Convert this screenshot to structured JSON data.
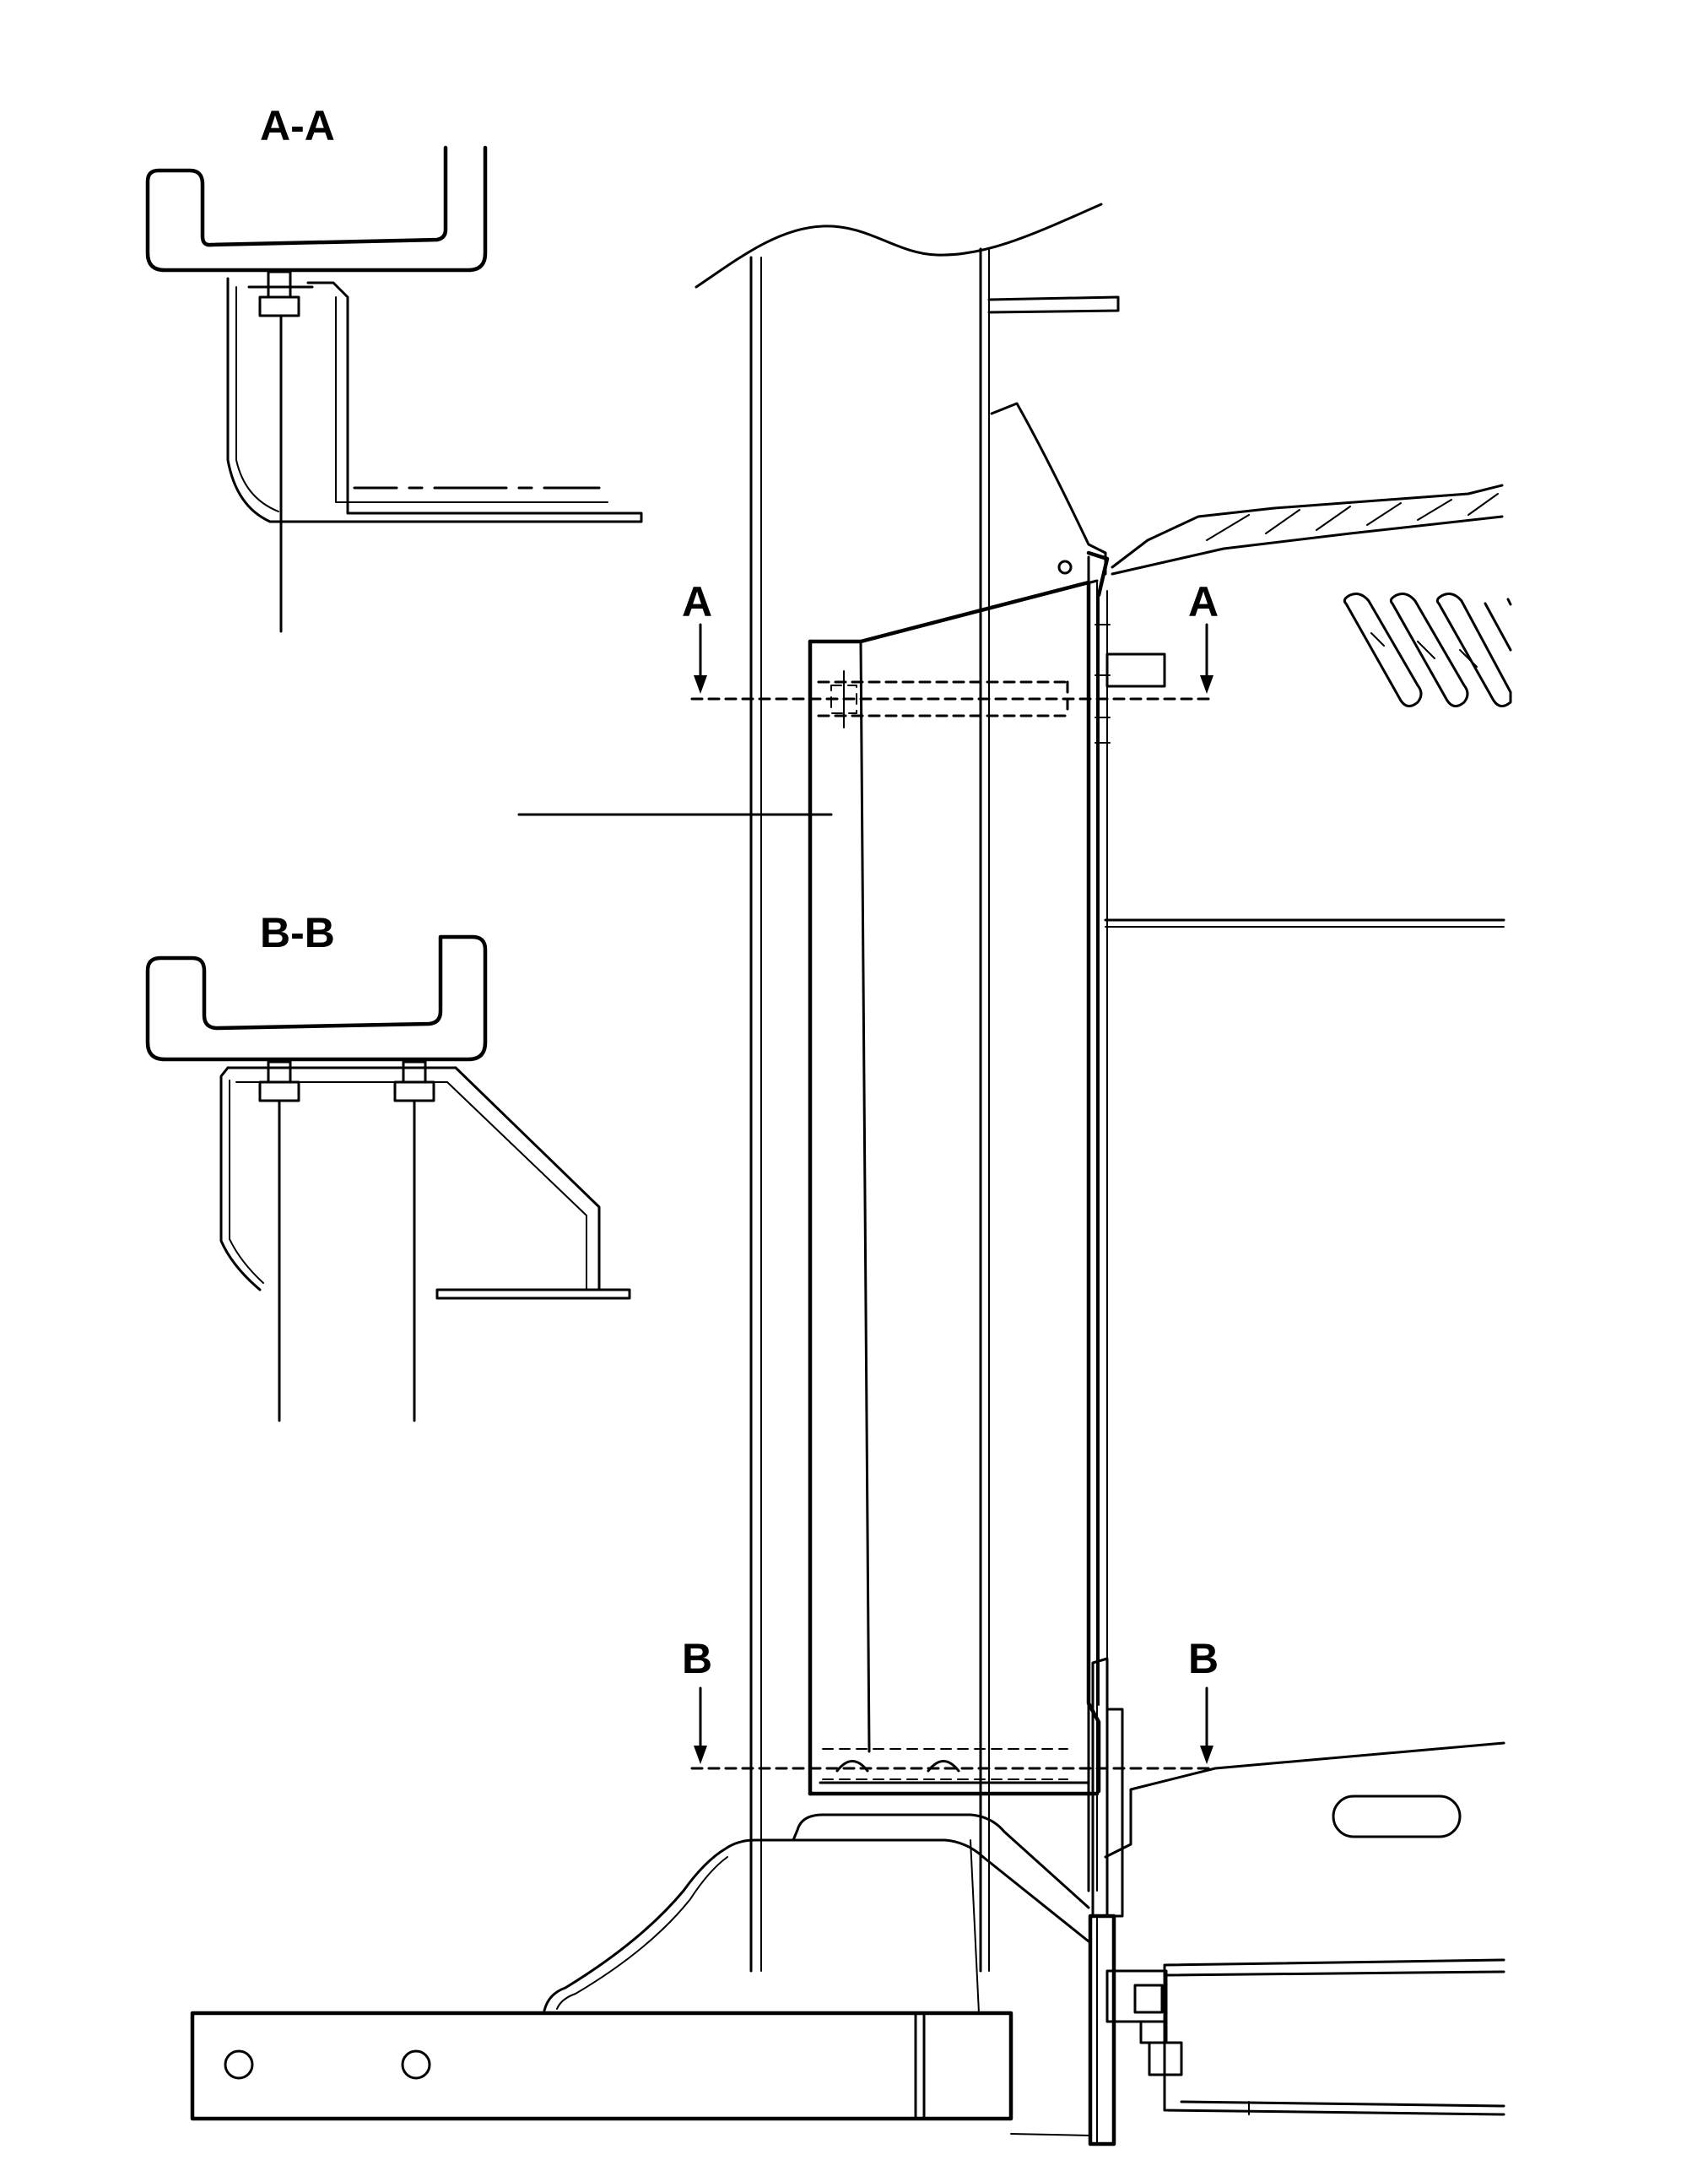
{
  "labels": {
    "section_aa_title": "A-A",
    "section_bb_title": "B-B",
    "cut_a_left": "A",
    "cut_a_right": "A",
    "cut_b_left": "B",
    "cut_b_right": "B"
  },
  "colors": {
    "ink": "#000000",
    "paper": "#ffffff"
  }
}
